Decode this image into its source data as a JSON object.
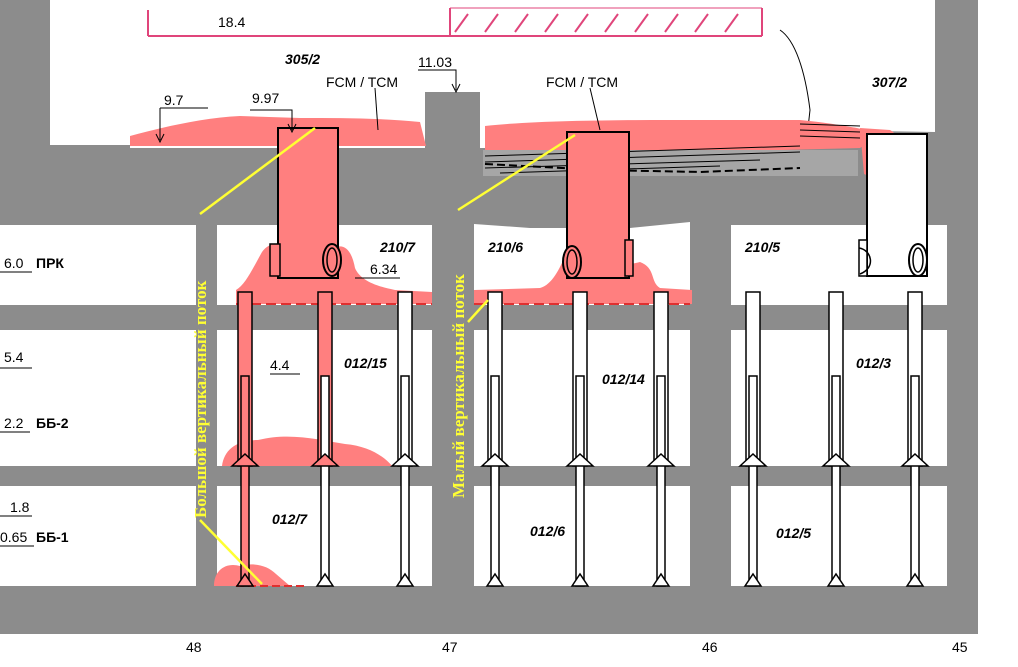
{
  "colors": {
    "concrete": "#8c8c8c",
    "room": "#ffffff",
    "fcm": "#ff7f7f",
    "annotation": "#ffff33",
    "hatch": "#e0457b",
    "line": "#000000"
  },
  "dimensions": {
    "top_span": "18.4",
    "elev_left_a": "9.7",
    "elev_left_b": "9.97",
    "elev_top": "11.03",
    "elev_210_7": "6.34",
    "elev_012_15": "4.4"
  },
  "materials": {
    "fcm_left": "FCM / TCM",
    "fcm_right": "FCM / TCM"
  },
  "rooms": {
    "r305_2": "305/2",
    "r307_2": "307/2",
    "r210_7": "210/7",
    "r210_6": "210/6",
    "r210_5": "210/5",
    "r012_15": "012/15",
    "r012_14": "012/14",
    "r012_3": "012/3",
    "r012_7": "012/7",
    "r012_6": "012/6",
    "r012_5": "012/5"
  },
  "levels": {
    "prk_value": "6.0",
    "prk_label": "ПРК",
    "l5_4": "5.4",
    "bb2_value": "2.2",
    "bb2_label": "ББ-2",
    "l1_8": "1.8",
    "bb1_value": "0.65",
    "bb1_label": "ББ-1"
  },
  "annotations": {
    "large_flow": "Большой вертикальный поток",
    "small_flow": "Малый вертикальный поток"
  },
  "axes": {
    "a48": "48",
    "a47": "47",
    "a46": "46",
    "a45": "45"
  }
}
